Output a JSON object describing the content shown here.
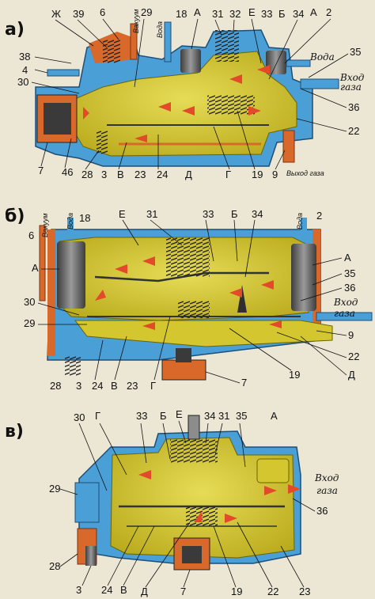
{
  "panels": [
    {
      "key": "a",
      "title": "а)"
    },
    {
      "key": "b",
      "title": "б)"
    },
    {
      "key": "c",
      "title": "в)"
    }
  ],
  "labels_a": [
    "Ж",
    "39",
    "6",
    "29",
    "18",
    "А",
    "31",
    "32",
    "Е",
    "33",
    "Б",
    "34",
    "А",
    "2",
    "38",
    "4",
    "30",
    "35",
    "36",
    "22",
    "7",
    "46",
    "28",
    "3",
    "В",
    "23",
    "24",
    "Д",
    "Г",
    "19",
    "9"
  ],
  "labels_a_text": {
    "vacuum": "Вакуум",
    "water1": "Вода",
    "water2": "Вода",
    "gas_in_1": "Вход",
    "gas_in_2": "газа",
    "gas_out": "Выход газа"
  },
  "labels_b": [
    "6",
    "18",
    "Е",
    "31",
    "33",
    "Б",
    "34",
    "2",
    "А",
    "35",
    "36",
    "30",
    "29",
    "9",
    "22",
    "28",
    "3",
    "24",
    "В",
    "23",
    "Г",
    "7",
    "19",
    "Д"
  ],
  "labels_b_text": {
    "vacuum": "Вакуум",
    "water1": "Вода",
    "water2": "Вода",
    "gas_in_1": "Вход",
    "gas_in_2": "газа"
  },
  "labels_c": [
    "30",
    "Г",
    "33",
    "Б",
    "Е",
    "34",
    "31",
    "35",
    "А",
    "29",
    "36",
    "28",
    "3",
    "24",
    "В",
    "Д",
    "7",
    "19",
    "22",
    "23"
  ],
  "labels_c_text": {
    "gas_in_1": "Вход",
    "gas_in_2": "газа"
  },
  "colors": {
    "body": "#d9cb2f",
    "casing": "#4a9fd6",
    "hot": "#d8692a",
    "dark": "#3a3a3a",
    "flow": "#e24a2a"
  }
}
